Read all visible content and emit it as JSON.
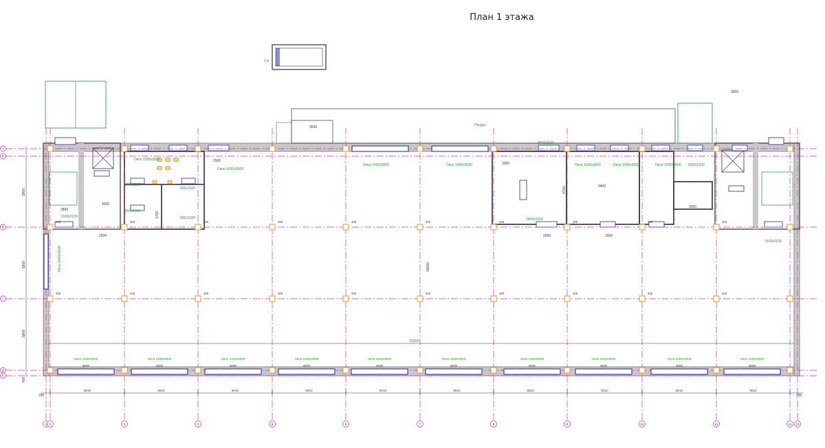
{
  "title": "План 1 этажа",
  "labels": {
    "porch": "Пандус",
    "stair_small": "2-й",
    "w_side": "Окно 1400х3000",
    "window_std": "Окно 1400х3000",
    "window_top": "Окно 1400х3000",
    "window_small": "Окно 1500х3000",
    "door_900": "900х2100",
    "door_1500": "1500х2100",
    "door_2500": "2500х2100",
    "total_len": "60000"
  },
  "dims": {
    "bay": "6010",
    "end": "290",
    "col": "400",
    "d4600": "4600",
    "d4000": "4000",
    "d2800": "2800",
    "d2500": "2500",
    "d2000": "2000",
    "d1500": "1500",
    "d3000": "3000",
    "d5400": "5400",
    "d3700": "3700",
    "d1700": "1700",
    "d18000": "18000",
    "v1": "2800",
    "v2": "5800",
    "v3": "5800",
    "v4": "400"
  },
  "axes": {
    "x": [
      "1",
      "2",
      "3",
      "4",
      "5",
      "6",
      "7",
      "8",
      "9",
      "10",
      "11",
      "12",
      "13"
    ],
    "y": [
      "А",
      "Б",
      "В",
      "Г",
      "Д",
      "Е"
    ]
  },
  "colors": {
    "wall": "#c8c8c8",
    "axis": "#d6338f",
    "dim": "#1fa31f",
    "window": "#3a3ad6",
    "column": "#e39a2a",
    "line": "#333333"
  }
}
